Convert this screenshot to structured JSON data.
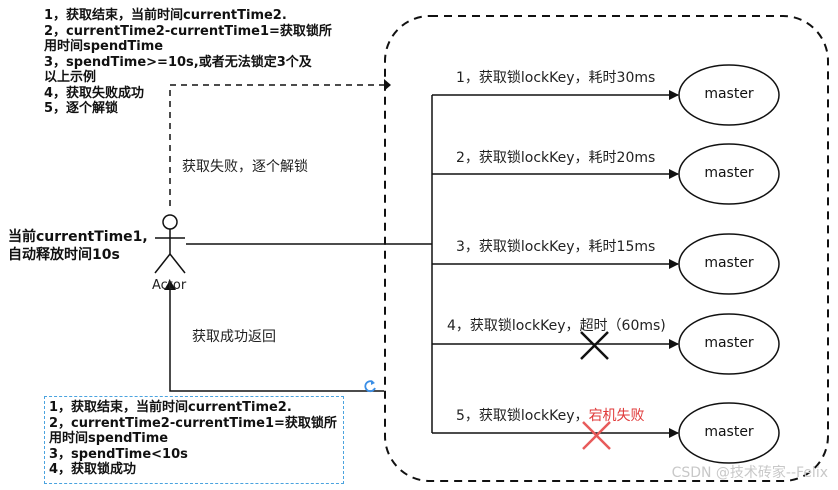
{
  "note_fail": {
    "lines": [
      "1，获取结束，当前时间currentTime2.",
      "2，currentTime2-currentTime1=获取锁所",
      "用时间spendTime",
      "3，spendTime>=10s,或者无法锁定3个及",
      "以上示例",
      "4，获取失败成功",
      "5，逐个解锁"
    ]
  },
  "note_ok": {
    "lines": [
      "1，获取结束，当前时间currentTime2.",
      "2，currentTime2-currentTime1=获取锁所",
      "用时间spendTime",
      "3，spendTime<10s",
      "4，获取锁成功"
    ]
  },
  "actor": {
    "label": "Actor",
    "start_lines": [
      "当前currentTime1,",
      "自动释放时间10s"
    ]
  },
  "labels": {
    "fail_path": "获取失败，逐个解锁",
    "success_path": "获取成功返回"
  },
  "requests": [
    {
      "text": "1，获取锁lockKey，耗时30ms",
      "node": "master",
      "status": "ok"
    },
    {
      "text": "2，获取锁lockKey，耗时20ms",
      "node": "master",
      "status": "ok"
    },
    {
      "text": "3，获取锁lockKey，耗时15ms",
      "node": "master",
      "status": "ok"
    },
    {
      "text_main": "4，获取锁lockKey，",
      "text_alert": "超时（60ms)",
      "node": "master",
      "status": "timeout"
    },
    {
      "text_main": "5，获取锁lockKey，",
      "text_alert": "宕机失败",
      "node": "master",
      "status": "down"
    }
  ],
  "colors": {
    "line": "#111111",
    "alert_text": "#e03a3a",
    "cross_down": "#e85a5a",
    "cross_timeout": "#111111",
    "note_border": "#4aa3df",
    "refresh_icon": "#3a8ee6"
  },
  "watermark": "CSDN @技术砖家--Felix"
}
